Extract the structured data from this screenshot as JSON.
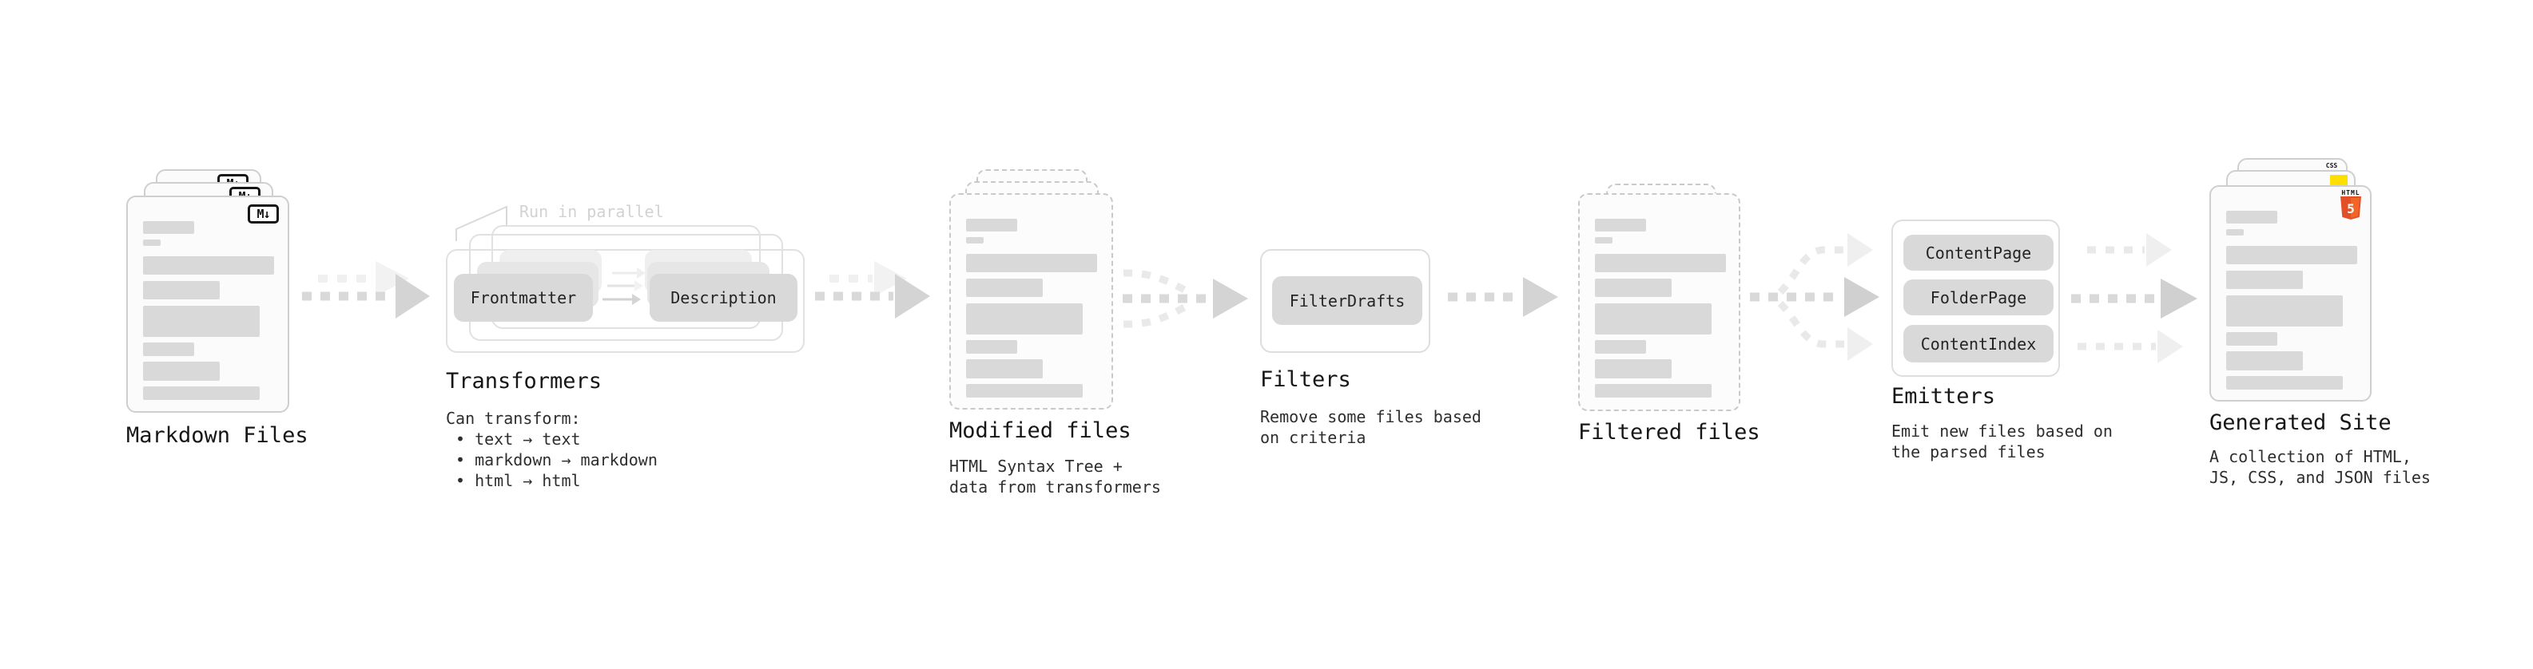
{
  "stages": {
    "markdown_files": {
      "title": "Markdown Files",
      "badge": "M↓"
    },
    "transformers": {
      "title": "Transformers",
      "annotation": "Run in parallel",
      "input_pill": "Frontmatter",
      "output_pill": "Description",
      "description": "Can transform:",
      "bullets": [
        "• text → text",
        "• markdown → markdown",
        "• html → html"
      ]
    },
    "modified_files": {
      "title": "Modified files",
      "subtitle_lines": [
        "HTML Syntax Tree +",
        "data from transformers"
      ]
    },
    "filters": {
      "title": "Filters",
      "pill": "FilterDrafts",
      "subtitle_lines": [
        "Remove some files based",
        "on criteria"
      ]
    },
    "filtered_files": {
      "title": "Filtered files"
    },
    "emitters": {
      "title": "Emitters",
      "pills": [
        "ContentPage",
        "FolderPage",
        "ContentIndex"
      ],
      "subtitle_lines": [
        "Emit new files based on",
        "the parsed files"
      ]
    },
    "generated_site": {
      "title": "Generated Site",
      "subtitle_lines": [
        "A collection of HTML,",
        "JS, CSS, and JSON files"
      ],
      "badges": {
        "html_label": "HTML",
        "html_shield": "5",
        "css": "CSS"
      }
    }
  },
  "colors": {
    "html5_orange": "#e34f26",
    "html5_orange_light": "#f16529",
    "css_blue": "#2965f1",
    "js_yellow": "#ffdf00",
    "bar_gray": "#d9d9d9",
    "arrow_gray": "#d9d9d9",
    "annotation_gray": "#d2d2d2",
    "text_dark": "#1d1d1d"
  }
}
